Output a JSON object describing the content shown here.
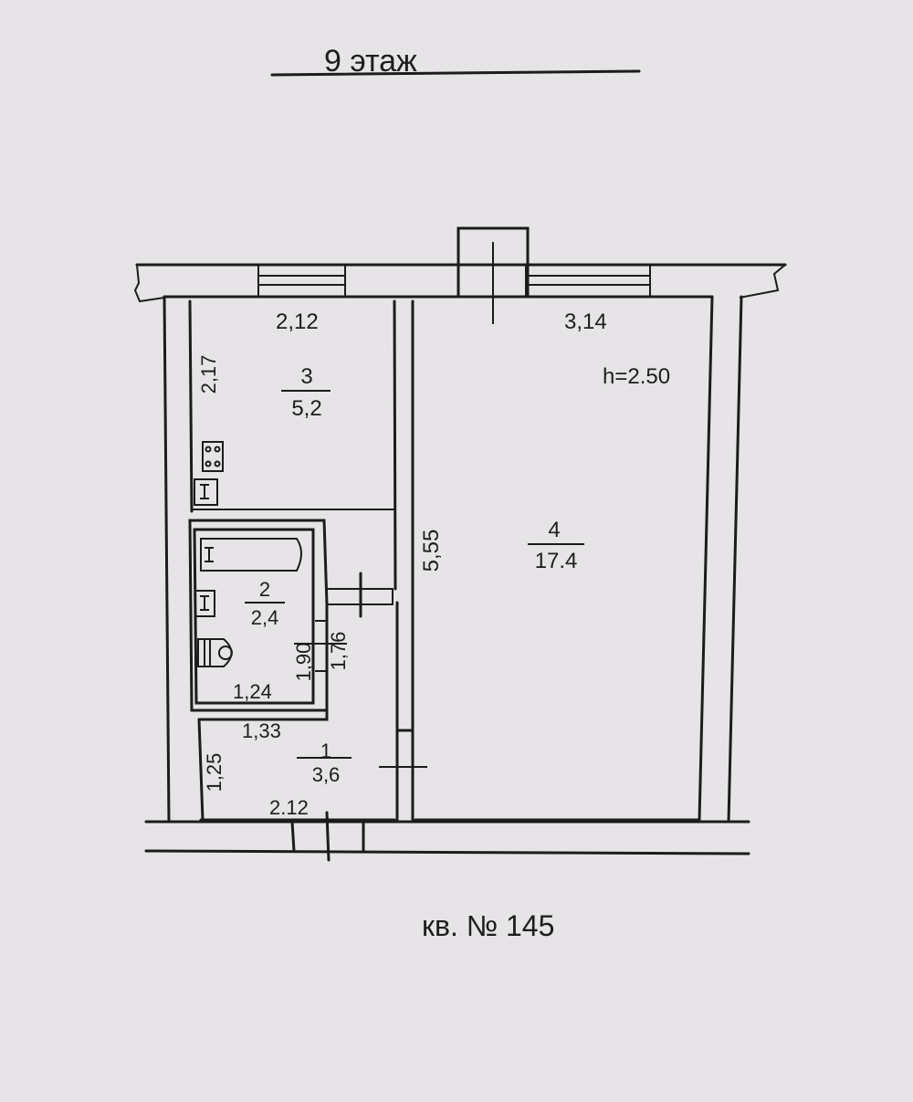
{
  "floor_title": "9 этаж",
  "apartment_label": "кв. № 145",
  "ceiling_height": "h=2.50",
  "rooms": [
    {
      "number": "1",
      "area": "3,6"
    },
    {
      "number": "2",
      "area": "2,4"
    },
    {
      "number": "3",
      "area": "5,2"
    },
    {
      "number": "4",
      "area": "17.4"
    }
  ],
  "dimensions": {
    "kitchen_width": "2,12",
    "kitchen_length": "2,17",
    "room_width": "3,14",
    "room_length": "5,55",
    "bath_width": "1,24",
    "bath_length": "1,90",
    "corridor_length_upper": "1,76",
    "corridor_width_top": "1,33",
    "corridor_depth": "1,25",
    "corridor_width_bottom": "2.12"
  }
}
